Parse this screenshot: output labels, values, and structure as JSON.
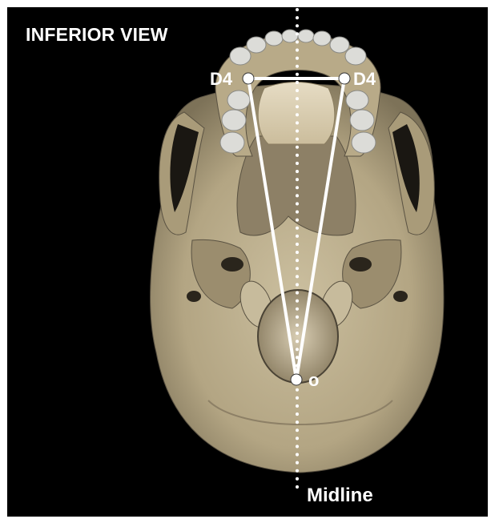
{
  "figure": {
    "view_title": "INFERIOR VIEW",
    "points": {
      "left_tooth": "D4",
      "right_tooth": "D4",
      "origin": "o"
    },
    "axis_label": "Midline"
  },
  "colors": {
    "background": "#000000",
    "frame_border": "#ffffff",
    "bone": "#b9ab8c",
    "bone_shadow": "#6f6550",
    "bone_highlight": "#e3d8bf",
    "teeth": "#dcdcd8",
    "annotation": "#ffffff"
  }
}
